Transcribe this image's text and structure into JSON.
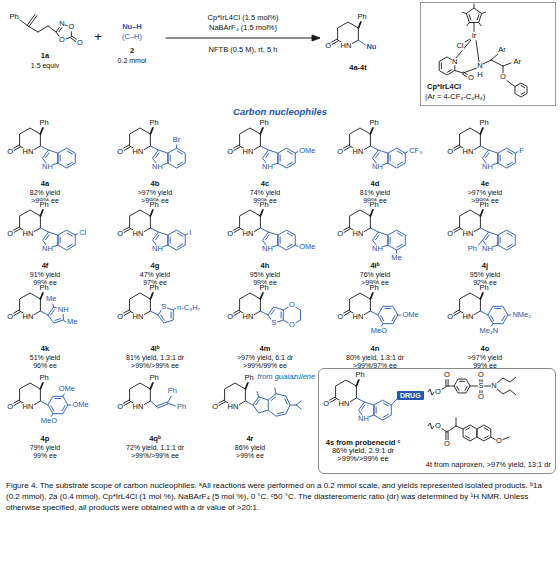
{
  "diagram": {
    "caption": "Figure 4. The substrate scope of carbon nucleophiles. ᵃAll reactions were performed on a 0.2 mmol scale, and yields represented isolated products. ᵇ1a (0.2 mmol), 2a (0.4 mmol), Cp*IrL4Cl (1 mol %), NaBArF₄ (5 mol %), 0 °C. ᶜ50 °C. The diastereomeric ratio (dr) was determined by ¹H NMR. Unless otherwise specified, all products were obtained with a dr value of >20:1.",
    "nodes": [
      {
        "text": [
          "Cp*IrL4Cl",
          "(Ar = 4-CF₃-C₆H₄)"
        ]
      },
      {
        "text": [
          "4s from probenecid ᶜ",
          "86% yield, 2.9:1 dr",
          ">99%/>99% ee",
          "4t from naproxen, >97% yield, 13:1 dr"
        ]
      },
      {
        "text": [
          "DRUG"
        ],
        "in": 1
      }
    ],
    "labels": [
      "Ph",
      "N",
      "O",
      "O",
      "O",
      "1a",
      "1.5 equiv",
      "+",
      "Nu–H",
      "(C–H)",
      "2",
      "0.2 mmol",
      "Cp*IrL4Cl (1.5 mol%)",
      "NaBArF₄ (1.5 mol%)",
      "NFTB (0.5 M), rt, 5 h",
      "Ph",
      "O",
      "HN",
      "Nu",
      "4a-4t",
      "Ir",
      "Cl",
      "N",
      "O",
      "N",
      "H",
      "Ar",
      "Ar",
      "O",
      "Carbon nucleophiles",
      "Ph",
      "O",
      "HN",
      "NH",
      "4a",
      "82% yield",
      ">99% ee",
      "Ph",
      "O",
      "HN",
      "Br",
      "NH",
      "4b",
      ">97% yield",
      ">99% ee",
      "Ph",
      "O",
      "HN",
      "OMe",
      "NH",
      "4c",
      "74% yield",
      "99% ee",
      "Ph",
      "O",
      "HN",
      "CF₃",
      "NH",
      "4d",
      "81% yield",
      "99% ee",
      "Ph",
      "O",
      "HN",
      "F",
      "NH",
      "4e",
      ">97% yield",
      ">99% ee",
      "Ph",
      "O",
      "HN",
      "Cl",
      "NH",
      "4f",
      "91% yield",
      "99% ee",
      "Ph",
      "O",
      "HN",
      "I",
      "NH",
      "4g",
      "47% yield",
      "97% ee",
      "Ph",
      "O",
      "HN",
      "NH",
      "OMe",
      "4h",
      "95% yield",
      "99% ee",
      "Ph",
      "O",
      "HN",
      "NH",
      "Me",
      "4iᵇ",
      "76% yield",
      ">99% ee",
      "Ph",
      "O",
      "HN",
      "Ph",
      "NH",
      "4j",
      "95% yield",
      "92% ee",
      "Ph",
      "O",
      "HN",
      "Me",
      "NH",
      "Me",
      "4k",
      "51% yield",
      "96% ee",
      "Ph",
      "O",
      "HN",
      "S",
      "n-C₃H₇",
      "4lᵇ",
      "81% yield, 1.3:1 dr",
      ">99%/>99% ee",
      "Ph",
      "O",
      "HN",
      "S",
      "O",
      "O",
      "4m",
      ">97% yield, 6:1 dr",
      ">99%/99% ee",
      "Ph",
      "O",
      "HN",
      "MeO",
      "OMe",
      "4n",
      "80% yield, 1.3:1 dr",
      ">99%/97% ee",
      "Ph",
      "O",
      "HN",
      "Me₂N",
      "NMe₂",
      "4o",
      ">97% yield",
      "99% ee",
      "Ph",
      "O",
      "HN",
      "OMe",
      "MeO",
      "OMe",
      "4p",
      "79% yield",
      "99% ee",
      "Ph",
      "O",
      "HN",
      "Ph",
      "Ph",
      "4qᵇ",
      "72% yield, 1.1:1 dr",
      ">99%/>99% ee",
      "Ph",
      "O",
      "HN",
      "from guaiazulene",
      "4r",
      "86% yield",
      ">99% ee",
      "Ph",
      "O",
      "HN",
      "NH",
      "O",
      "O",
      "S",
      "O",
      "O",
      "N",
      "O",
      "O",
      "O"
    ]
  }
}
